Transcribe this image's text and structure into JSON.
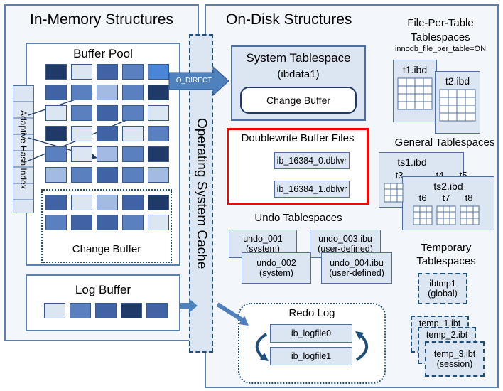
{
  "in_memory": {
    "title": "In-Memory Structures",
    "buffer_pool": "Buffer Pool",
    "change_buffer": "Change Buffer",
    "adaptive_hash_index": "Adaptive Hash Index",
    "log_buffer": "Log Buffer"
  },
  "os_cache": {
    "label": "Operating System Cache",
    "o_direct": "O_DIRECT"
  },
  "on_disk": {
    "title": "On-Disk Structures",
    "system_tablespace": {
      "title": "System Tablespace",
      "file": "(ibdata1)",
      "change_buffer": "Change Buffer"
    },
    "doublewrite": {
      "title": "Doublewrite Buffer Files",
      "files": [
        "ib_16384_0.dblwr",
        "ib_16384_1.dblwr"
      ]
    },
    "undo": {
      "title": "Undo Tablespaces",
      "files": [
        {
          "name": "undo_001",
          "sub": "(system)"
        },
        {
          "name": "undo_003.ibu",
          "sub": "(user-defined)"
        },
        {
          "name": "undo_002",
          "sub": "(system)"
        },
        {
          "name": "undo_004.ibu",
          "sub": "(user-defined)"
        }
      ]
    },
    "redo": {
      "title": "Redo Log",
      "files": [
        "ib_logfile0",
        "ib_logfile1"
      ]
    },
    "file_per_table": {
      "title_line1": "File-Per-Table",
      "title_line2": "Tablespaces",
      "setting": "innodb_file_per_table=ON",
      "files": [
        "t1.ibd",
        "t2.ibd"
      ]
    },
    "general": {
      "title": "General Tablespaces",
      "ts1": "ts1.ibd",
      "ts1_tables": [
        "t3",
        "t4",
        "t5"
      ],
      "ts2": "ts2.ibd",
      "ts2_tables": [
        "t6",
        "t7",
        "t8"
      ]
    },
    "temporary": {
      "title_line1": "Temporary",
      "title_line2": "Tablespaces",
      "global": {
        "name": "ibtmp1",
        "sub": "(global)"
      },
      "session_files": [
        "temp_1.ibt",
        "temp_2.ibt",
        "temp_3.ibt"
      ],
      "session_sub": "(session)"
    }
  },
  "colors": {
    "dark": "#1f3a68",
    "mid": "#3f63a4",
    "medium": "#5b80c0",
    "light": "#a3bbe2",
    "pale": "#dce6f2",
    "bright": "#4a86d8",
    "panel_border": "#5b80ad",
    "arrow": "#4f81bd",
    "highlight": "#ff0000"
  },
  "buffer_pool_grid": [
    [
      "dark",
      "pale",
      "mid",
      "medium",
      "bright"
    ],
    [
      "mid",
      "medium",
      "light",
      "medium",
      "dark"
    ],
    [
      "pale",
      "medium",
      "mid",
      "medium",
      "pale"
    ],
    [
      "dark",
      "pale",
      "mid",
      "pale",
      "medium"
    ],
    [
      "medium",
      "pale",
      "light",
      "medium",
      "dark"
    ],
    [
      "light",
      "medium",
      "mid",
      "medium",
      "light"
    ]
  ],
  "change_buffer_grid": [
    [
      "mid",
      "pale",
      "light",
      "mid",
      "dark"
    ],
    [
      "medium",
      "mid",
      "mid",
      "medium",
      "pale"
    ]
  ],
  "log_buffer_cells": [
    "pale",
    "medium",
    "mid",
    "dark",
    "mid"
  ]
}
